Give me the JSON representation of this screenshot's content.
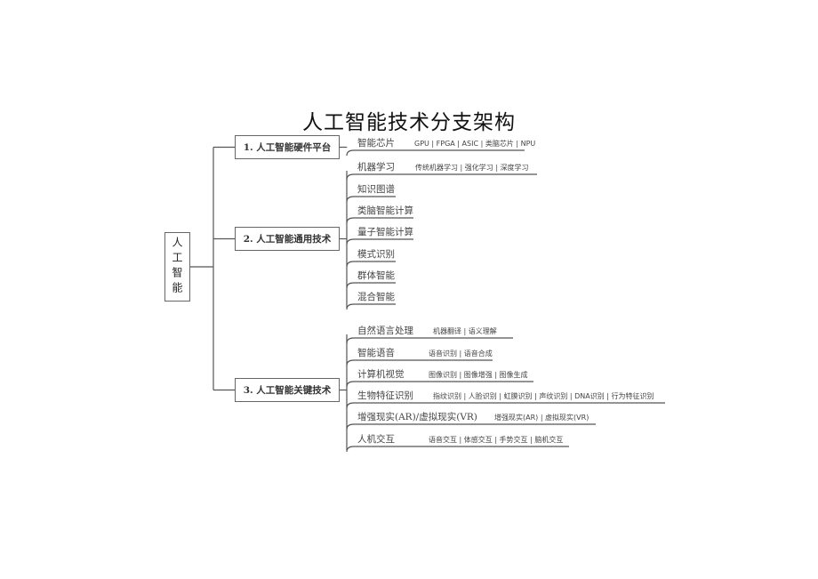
{
  "title": "人工智能技术分支架构",
  "root": "人工智能",
  "categories": [
    {
      "label": "1. 人工智能硬件平台",
      "items": [
        {
          "label": "智能芯片",
          "subs": "GPU | FPGA | ASIC | 类脑芯片 | NPU"
        }
      ]
    },
    {
      "label": "2. 人工智能通用技术",
      "items": [
        {
          "label": "机器学习",
          "subs": "传统机器学习 | 强化学习 | 深度学习"
        },
        {
          "label": "知识图谱",
          "subs": ""
        },
        {
          "label": "类脑智能计算",
          "subs": ""
        },
        {
          "label": "量子智能计算",
          "subs": ""
        },
        {
          "label": "模式识别",
          "subs": ""
        },
        {
          "label": "群体智能",
          "subs": ""
        },
        {
          "label": "混合智能",
          "subs": ""
        }
      ]
    },
    {
      "label": "3. 人工智能关键技术",
      "items": [
        {
          "label": "自然语言处理",
          "subs": "机器翻译 | 语义理解"
        },
        {
          "label": "智能语音",
          "subs": "语音识别 | 语音合成"
        },
        {
          "label": "计算机视觉",
          "subs": "图像识别 | 图像增强 | 图像生成"
        },
        {
          "label": "生物特征识别",
          "subs": "指纹识别 | 人脸识别 | 虹膜识别 | 声纹识别 | DNA识别 | 行为特征识别"
        },
        {
          "label": "增强现实(AR)/虚拟现实(VR)",
          "subs": "增强现实(AR) | 虚拟现实(VR)"
        },
        {
          "label": "人机交互",
          "subs": "语音交互 | 体感交互 | 手势交互 | 脑机交互"
        }
      ]
    }
  ]
}
